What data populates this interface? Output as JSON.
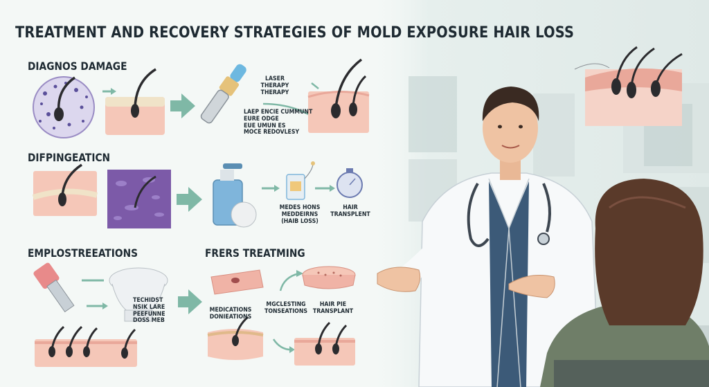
{
  "title": "TREATMENT AND RECOVERY   STRATEGIES OF MOLD EXPOSURE HAIR LOSS",
  "sections": {
    "row1": "DIAGNOS DAMAGE",
    "row2": "DIFPINGEATICN",
    "row3a": "EMPLOSTREEATIONS",
    "row3b": "FRERS TREATMING"
  },
  "labels": {
    "laser_lines": [
      "LASER",
      "THERAPY",
      "THERAPY"
    ],
    "laser_caption_lines": [
      "LAEP ENCIE CUMMUNT",
      "EURE ODGE",
      "EUE UMUN ES",
      "MOCE REDOVLESY"
    ],
    "medication_lines": [
      "MEDES HONS",
      "MEDDEIRNS",
      "(HAIB LOSS)"
    ],
    "transplant_lines": [
      "HAIR",
      "TRANSPLENT"
    ],
    "device_lines": [
      "TECHIDST",
      "NSIK LARE",
      "PEEFUNNE",
      "DOSS MEB"
    ],
    "medications2_lines": [
      "MEDICATIONS",
      "DONIEATIONS"
    ],
    "mgclest_lines": [
      "MGCLESTING",
      "TONSEATIONS"
    ],
    "hair_pie_lines": [
      "HAIR PIE",
      "TRANSPLANT"
    ]
  },
  "colors": {
    "skin": "#f5c7b8",
    "skin_dark": "#e8a898",
    "hair": "#2b2b2e",
    "arrow": "#7fb8a6",
    "coat": "#f7f9fa",
    "scrubs": "#3c5a78",
    "patient_hair": "#5a3a2a",
    "patient_shirt": "#6f7e68"
  }
}
